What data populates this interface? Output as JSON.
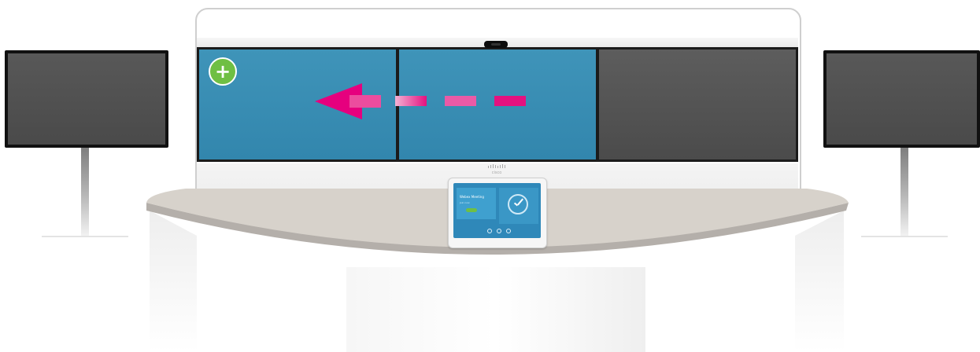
{
  "scene": {
    "left_monitor": {
      "screen_color": "#505050",
      "frame_color": "#111111"
    },
    "right_monitor": {
      "screen_color": "#505050",
      "frame_color": "#111111"
    },
    "main_display": {
      "panes": [
        {
          "name": "pane-left",
          "color": "#3a8db4"
        },
        {
          "name": "pane-middle",
          "color": "#3a8db4"
        },
        {
          "name": "pane-right",
          "color": "#555555"
        }
      ],
      "add_button": {
        "icon": "plus-icon",
        "symbol": "+",
        "color": "#6fbf44"
      },
      "gesture_arrow": {
        "icon": "swipe-left-arrow-icon",
        "direction": "left",
        "color": "#e6007e"
      },
      "camera": {
        "icon": "camera-icon"
      },
      "brand_mark": {
        "icon": "cisco-logo-icon",
        "text": "cisco"
      }
    },
    "touch_panel": {
      "screen_color": "#2f88b9",
      "title_text": "Webex Meeting",
      "subtitle_text": "Join now",
      "controls": [
        "call-icon",
        "home-icon",
        "share-icon"
      ]
    },
    "table": {
      "color": "#d8d3cc"
    }
  }
}
